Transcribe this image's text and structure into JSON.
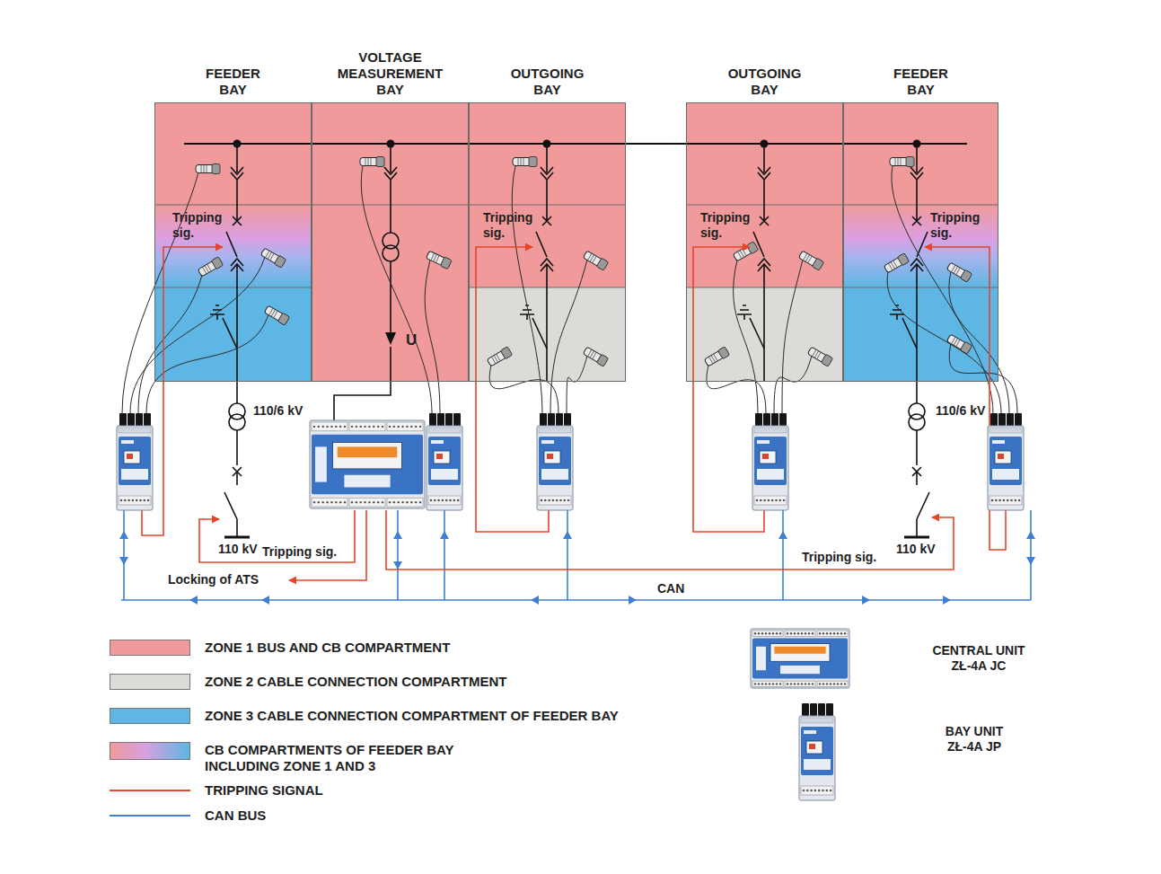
{
  "diagram": {
    "nodes": [
      {
        "text": [
          "FEEDER BAY"
        ]
      },
      {
        "text": [
          "VOLTAGE MEASUREMENT BAY"
        ]
      },
      {
        "text": [
          "OUTGOING BAY"
        ]
      },
      {
        "text": [
          "OUTGOING BAY"
        ]
      },
      {
        "text": [
          "FEEDER BAY"
        ]
      }
    ],
    "labels": [
      "Tripping sig.",
      "Tripping sig.",
      "Tripping sig.",
      "Tripping sig.",
      "U",
      "110/6 kV",
      "110/6 kV",
      "110 kV",
      "110 kV",
      "Tripping sig.",
      "Tripping sig.",
      "Locking of ATS",
      "CAN"
    ],
    "legend": [
      {
        "text": "ZONE 1 BUS AND CB COMPARTMENT",
        "color": "#f09a9b"
      },
      {
        "text": "ZONE 2 CABLE CONNECTION COMPARTMENT",
        "color": "#dcdbd7"
      },
      {
        "text": "ZONE 3 CABLE CONNECTION COMPARTMENT OF FEEDER BAY",
        "color": "#5db6e3"
      },
      {
        "text": "CB COMPARTMENTS OF FEEDER BAY INCLUDING ZONE 1 AND 3"
      },
      {
        "text": "TRIPPING SIGNAL"
      },
      {
        "text": "CAN BUS"
      },
      {
        "text": "CENTRAL UNIT ZŁ-4A JC"
      },
      {
        "text": "BAY UNIT ZŁ-4A JP"
      }
    ]
  }
}
